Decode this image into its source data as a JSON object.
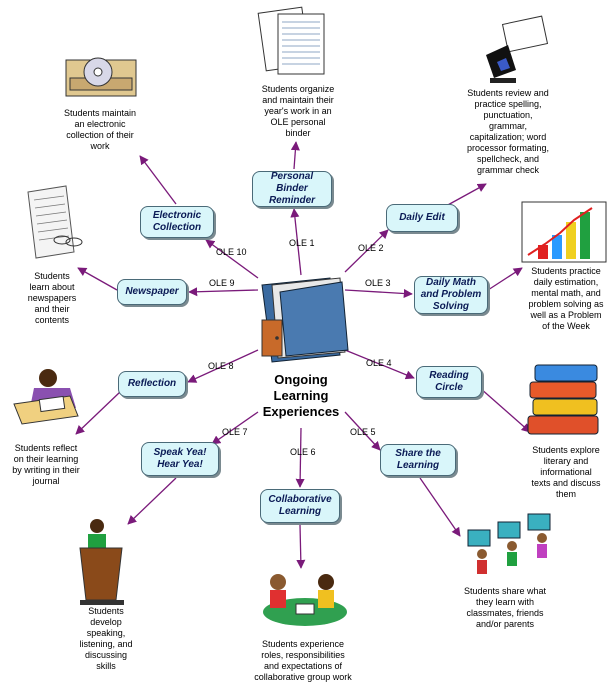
{
  "center": {
    "title": "Ongoing\nLearning\nExperiences"
  },
  "colors": {
    "arrow": "#7a1a7a",
    "node_fill": "#d9f6fa",
    "node_text": "#0a1a55"
  },
  "experiences": [
    {
      "id": "ole1",
      "ole": "OLE 1",
      "label": "Personal\nBinder\nReminder",
      "description": "Students organize\nand maintain their\nyear's work in an\nOLE personal\nbinder",
      "icon": "binder-pages-icon"
    },
    {
      "id": "ole2",
      "ole": "OLE 2",
      "label": "Daily Edit",
      "description": "Students review and\npractice spelling,\npunctuation,\ngrammar,\ncapitalization; word\nprocessor formating,\nspellcheck, and\ngrammar check",
      "icon": "computer-icon"
    },
    {
      "id": "ole3",
      "ole": "OLE 3",
      "label": "Daily Math\nand Problem\nSolving",
      "description": "Students practice\ndaily estimation,\nmental math, and\nproblem solving as\nwell as a Problem\nof the Week",
      "icon": "bar-chart-icon"
    },
    {
      "id": "ole4",
      "ole": "OLE 4",
      "label": "Reading\nCircle",
      "description": "Students explore\nliterary and\ninformational\ntexts and discuss\nthem",
      "icon": "books-stack-icon"
    },
    {
      "id": "ole5",
      "ole": "OLE 5",
      "label": "Share the\nLearning",
      "description": "Students share what\nthey learn with\nclassmates, friends\nand/or parents",
      "icon": "students-computers-icon"
    },
    {
      "id": "ole6",
      "ole": "OLE 6",
      "label": "Collaborative\nLearning",
      "description": "Students experience\nroles, responsibilities\nand expectations of\ncollaborative group work",
      "icon": "group-work-icon"
    },
    {
      "id": "ole7",
      "ole": "OLE 7",
      "label": "Speak Yea!\nHear Yea!",
      "description": "Students\ndevelop\nspeaking,\nlistening, and\ndiscussing\nskills",
      "icon": "podium-speaker-icon"
    },
    {
      "id": "ole8",
      "ole": "OLE 8",
      "label": "Reflection",
      "description": "Students reflect\non their learning\nby writing in their\njournal",
      "icon": "journal-writer-icon"
    },
    {
      "id": "ole9",
      "ole": "OLE 9",
      "label": "Newspaper",
      "description": "Students\nlearn about\nnewspapers\nand their\ncontents",
      "icon": "newspaper-icon"
    },
    {
      "id": "ole10",
      "ole": "OLE 10",
      "label": "Electronic\nCollection",
      "description": "Students maintain\nan electronic\ncollection of their\nwork",
      "icon": "cd-drive-icon"
    }
  ]
}
